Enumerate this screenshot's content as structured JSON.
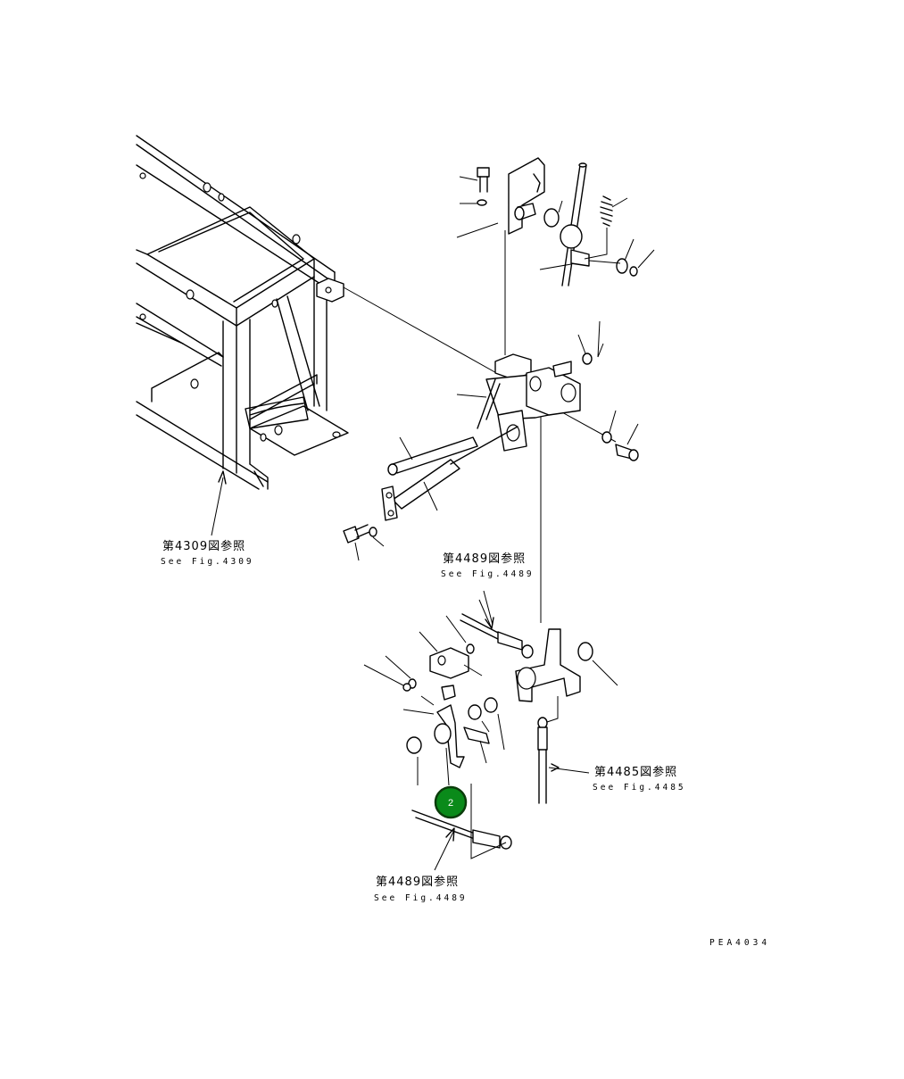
{
  "references": [
    {
      "id": "ref-4309",
      "jp": "第4309図参照",
      "en": "See Fig.4309"
    },
    {
      "id": "ref-4489-top",
      "jp": "第4489図参照",
      "en": "See Fig.4489"
    },
    {
      "id": "ref-4485",
      "jp": "第4485図参照",
      "en": "See Fig.4485"
    },
    {
      "id": "ref-4489-bottom",
      "jp": "第4489図参照",
      "en": "See Fig.4489"
    }
  ],
  "callout": {
    "number": "2",
    "color": "#0a8a1a",
    "ring_color": "#0b3d0b"
  },
  "drawing_code": "PEA4034"
}
